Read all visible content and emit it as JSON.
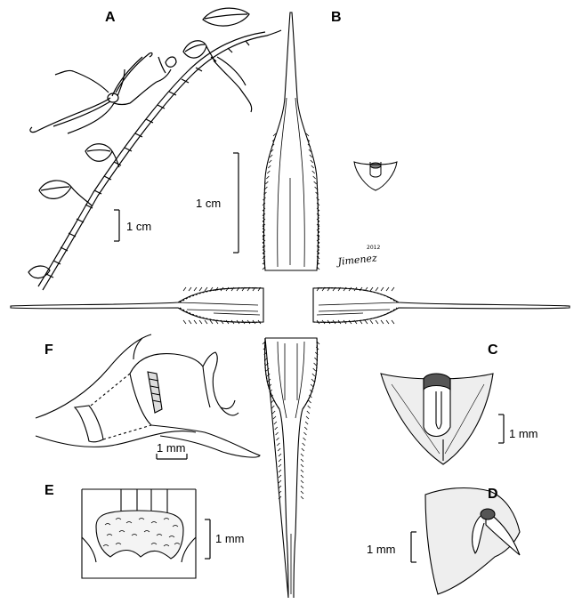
{
  "figure": {
    "panel_labels": {
      "a": "A",
      "b": "B",
      "c": "C",
      "d": "D",
      "e": "E",
      "f": "F"
    },
    "scale_bars": {
      "habit": "1 cm",
      "flower": "1 cm",
      "lip": "1 mm",
      "column": "1 mm",
      "anther": "1 mm",
      "column_side": "1 mm"
    },
    "signature": {
      "name": "Jimenez",
      "year": "2012"
    },
    "colors": {
      "ink": "#000000",
      "paper": "#ffffff",
      "shade": "#e6e6e6"
    }
  }
}
